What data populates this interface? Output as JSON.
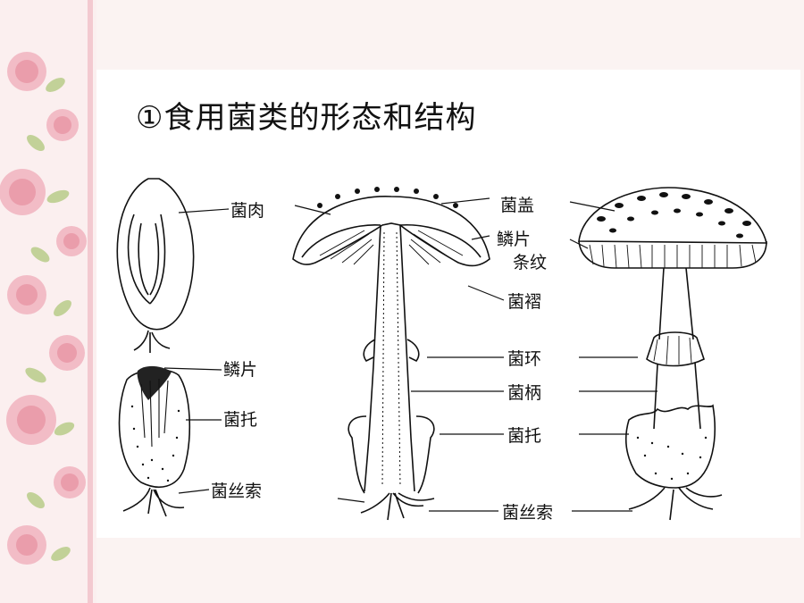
{
  "title": "①食用菌类的形态和结构",
  "labels": {
    "flesh": "菌肉",
    "cap": "菌盖",
    "scales_right": "鳞片",
    "stripes": "条纹",
    "gills": "菌褶",
    "scales_left": "鳞片",
    "ring": "菌环",
    "volva_left": "菌托",
    "stipe": "菌柄",
    "volva_mid": "菌托",
    "mycelium_left": "菌丝索",
    "mycelium_mid": "菌丝索"
  },
  "colors": {
    "background": "#fbf3f2",
    "panel": "#ffffff",
    "ink": "#111111",
    "rose": "#e88fa0",
    "leaf": "#b9cc8a"
  }
}
